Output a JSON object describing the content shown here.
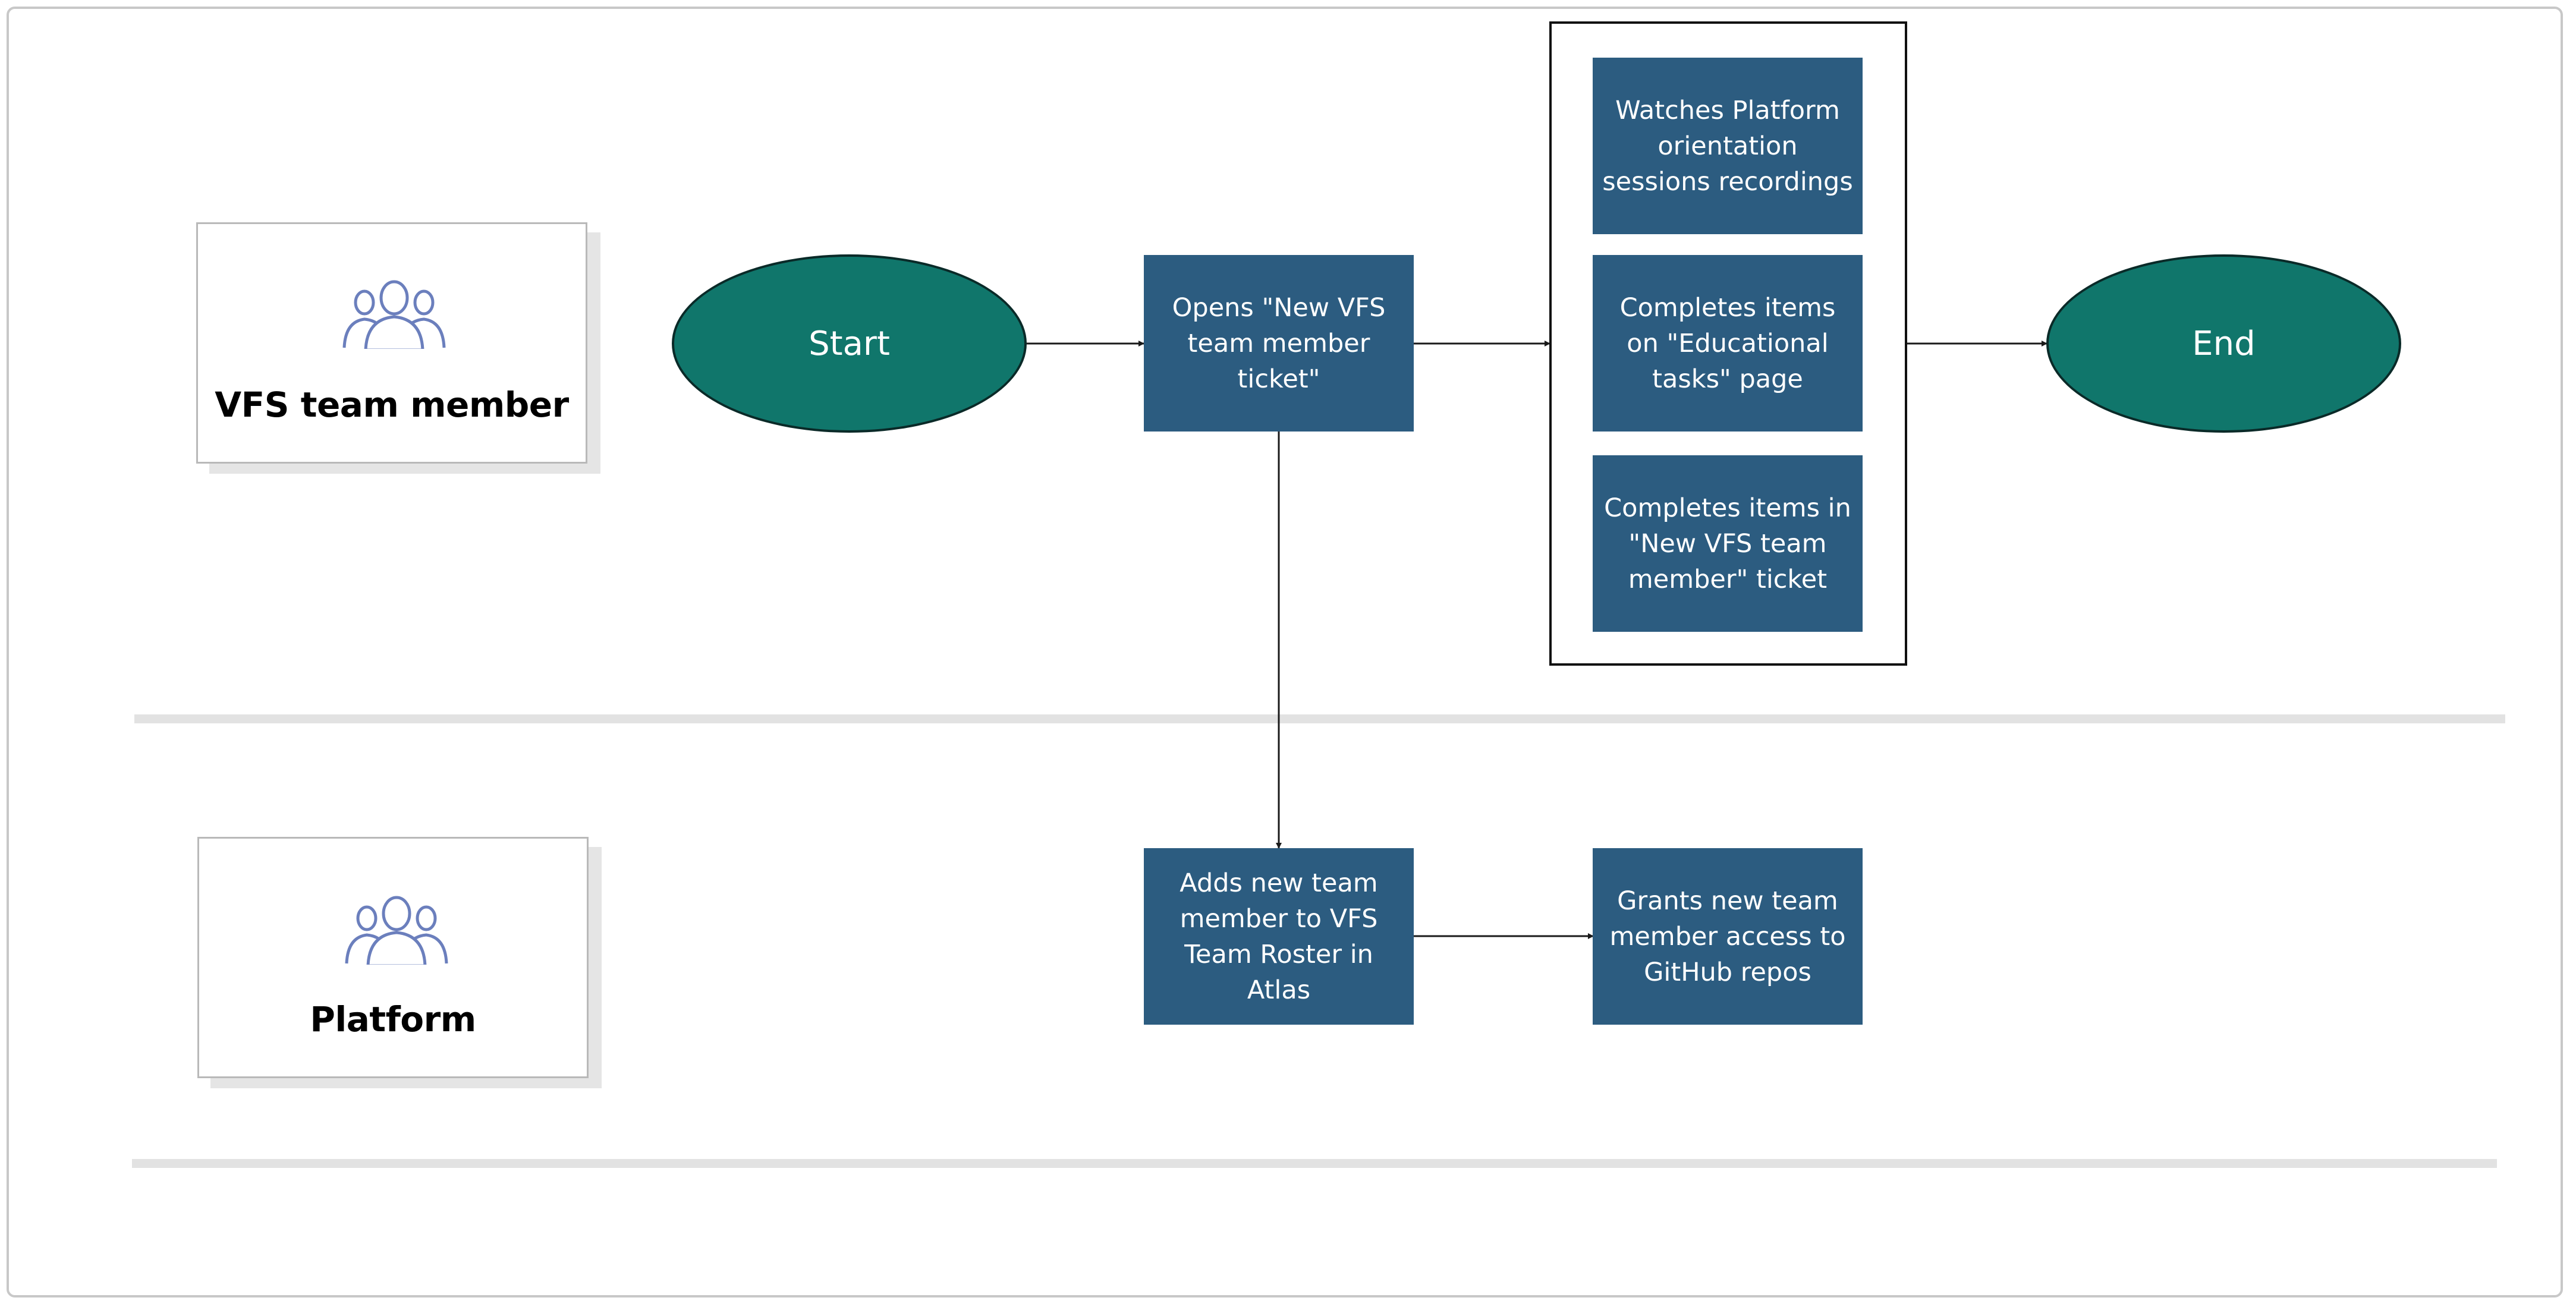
{
  "colors": {
    "box_fill": "#2c5c80",
    "ellipse_fill": "#10766b",
    "icon_stroke": "#6b7fbd",
    "connector": "#1a1a1a"
  },
  "lanes": [
    {
      "label": "VFS team member",
      "icon": "people-group-icon"
    },
    {
      "label": "Platform",
      "icon": "people-group-icon"
    }
  ],
  "nodes": {
    "start": "Start",
    "end": "End",
    "opens_ticket": "Opens \"New VFS team member ticket\"",
    "watches_recordings": "Watches Platform orientation sessions recordings",
    "completes_educational": "Completes items on \"Educational tasks\" page",
    "completes_ticket_items": "Completes items in \"New VFS team member\" ticket",
    "adds_to_roster": "Adds new team member to VFS Team Roster in Atlas",
    "grants_access": "Grants new team member access to GitHub repos"
  }
}
